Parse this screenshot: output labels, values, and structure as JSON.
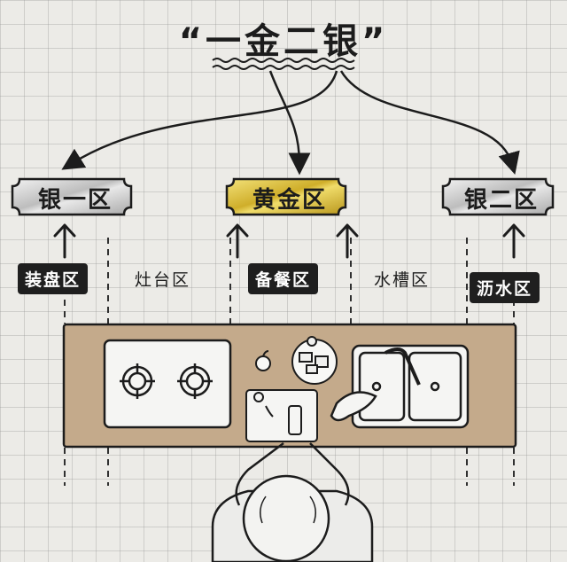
{
  "title": "“一金二银”",
  "plaques": {
    "silver_one": "银一区",
    "gold": "黄金区",
    "silver_two": "银二区"
  },
  "zones": {
    "plating": "装盘区",
    "stove": "灶台区",
    "prep": "备餐区",
    "sink": "水槽区",
    "drain": "沥水区"
  },
  "colors": {
    "silver": "#c9c9c9",
    "gold": "#d9c13a",
    "counter": "#c4aa8b",
    "ink": "#1c1c1c",
    "label_dark": "#1f1f1f"
  }
}
